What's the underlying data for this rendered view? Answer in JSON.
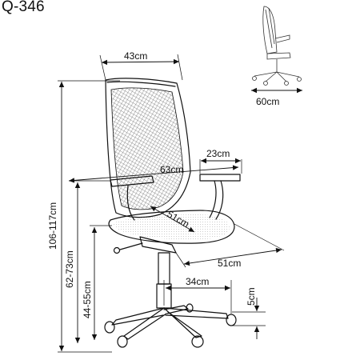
{
  "title": "Q-346",
  "dimensions": {
    "seat_back_width": "43cm",
    "base_diameter": "60cm",
    "armrest_width": "23cm",
    "overall_width": "63cm",
    "seat_width": "51cm",
    "seat_depth": "51cm",
    "overall_height": "106-117cm",
    "armrest_height": "62-73cm",
    "seat_height": "44-55cm",
    "base_radius": "34cm",
    "castor_height": "5cm"
  },
  "colors": {
    "line": "#111111",
    "background": "#ffffff"
  }
}
